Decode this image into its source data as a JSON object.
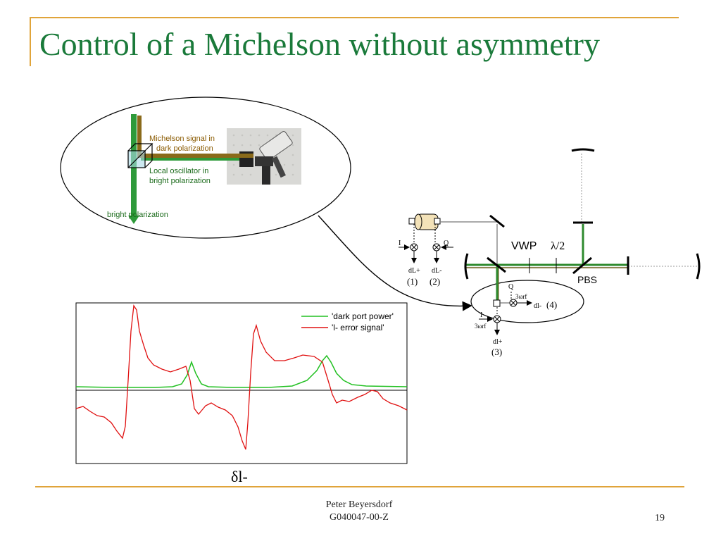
{
  "slide": {
    "title": "Control of a Michelson without asymmetry",
    "author": "Peter Beyersdorf",
    "doc_id": "G040047-00-Z",
    "page": "19"
  },
  "inset": {
    "michelson_signal": [
      "Michelson signal in",
      "dark polarization"
    ],
    "local_oscillator": [
      "Local oscillator in",
      "bright polarization"
    ],
    "bright_polarization": "bright polarization"
  },
  "diagram": {
    "vwp": "VWP",
    "lambda_half": "λ/2",
    "pbs": "PBS",
    "I": "I",
    "Q": "Q",
    "dLplus": "dL+",
    "dLminus": "dL-",
    "label1": "(1)",
    "label2": "(2)",
    "label3": "(3)",
    "label4": "(4)",
    "dlminus": "dl-",
    "dlplus": "dl+",
    "omega": "3ωrf"
  },
  "plot": {
    "legend": [
      {
        "name": "'dark port power'",
        "color": "#22c022"
      },
      {
        "name": "'l- error signal'",
        "color": "#e01010"
      }
    ],
    "xlabel": "δl-"
  }
}
